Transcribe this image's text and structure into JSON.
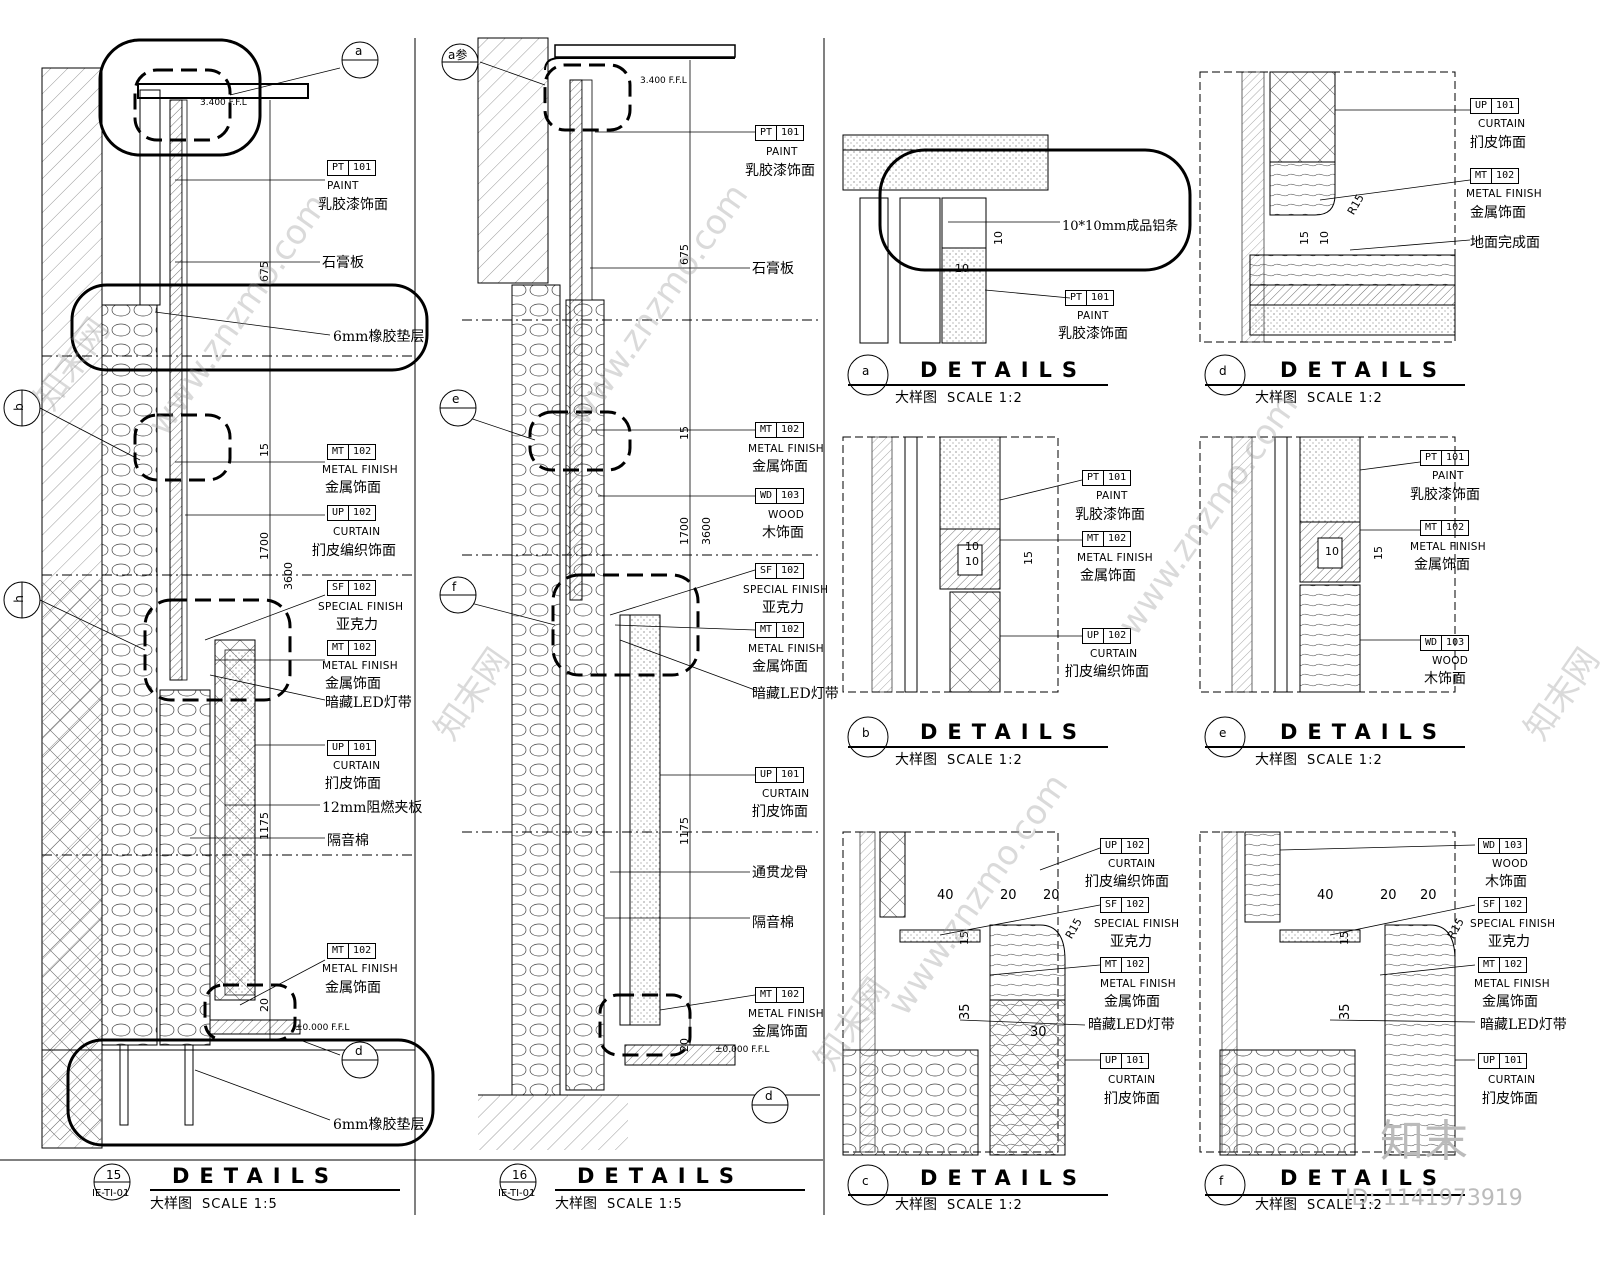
{
  "drawings": {
    "d15": {
      "num": "15",
      "sheet": "IE-TI-01",
      "title": "DETAILS",
      "sub": "大样图",
      "scale": "SCALE 1:5"
    },
    "d16": {
      "num": "16",
      "sheet": "IE-TI-01",
      "title": "DETAILS",
      "sub": "大样图",
      "scale": "SCALE 1:5"
    },
    "da": {
      "letter": "a",
      "title": "DETAILS",
      "sub": "大样图",
      "scale": "SCALE 1:2"
    },
    "db": {
      "letter": "b",
      "title": "DETAILS",
      "sub": "大样图",
      "scale": "SCALE 1:2"
    },
    "dc": {
      "letter": "c",
      "title": "DETAILS",
      "sub": "大样图",
      "scale": "SCALE 1:2"
    },
    "dd": {
      "letter": "d",
      "title": "DETAILS",
      "sub": "大样图",
      "scale": "SCALE 1:2"
    },
    "de": {
      "letter": "e",
      "title": "DETAILS",
      "sub": "大样图",
      "scale": "SCALE 1:2"
    },
    "df": {
      "letter": "f",
      "title": "DETAILS",
      "sub": "大样图",
      "scale": "SCALE 1:2"
    }
  },
  "materials": {
    "pt101": {
      "code": "PT",
      "num": "101",
      "en": "PAINT",
      "zh": "乳胶漆饰面"
    },
    "mt102": {
      "code": "MT",
      "num": "102",
      "en": "METAL FINISH",
      "zh": "金属饰面"
    },
    "up102": {
      "code": "UP",
      "num": "102",
      "en": "CURTAIN",
      "zh": "扪皮编织饰面"
    },
    "up101": {
      "code": "UP",
      "num": "101",
      "en": "CURTAIN",
      "zh": "扪皮饰面"
    },
    "sf102": {
      "code": "SF",
      "num": "102",
      "en": "SPECIAL FINISH",
      "zh": "亚克力"
    },
    "wd103": {
      "code": "WD",
      "num": "103",
      "en": "WOOD",
      "zh": "木饰面"
    }
  },
  "notes": {
    "gypsum": "石膏板",
    "rubber": "6mm橡胶垫层",
    "led": "暗藏LED灯带",
    "ply": "12mm阻燃夹板",
    "insul": "隔音棉",
    "stud": "通贯龙骨",
    "alu": "10*10mm成品铝条",
    "floor": "地面完成面",
    "ffl_top": "3.400 F.F.L",
    "ffl_bot": "±0.000 F.F.L"
  },
  "refs": {
    "a": "a",
    "b": "b",
    "c": "c",
    "d": "d",
    "e": "e",
    "f": "f",
    "h": "h",
    "a_ref": "a参"
  },
  "dims": {
    "d675": "675",
    "d15": "15",
    "d1700": "1700",
    "d3600": "3600",
    "d1175": "1175",
    "d20": "20",
    "d10": "10",
    "d40": "40",
    "d35": "35",
    "d30": "30",
    "dR15": "R15"
  },
  "watermark": {
    "site": "www.znzmo.com",
    "brand": "知末网",
    "logo": "知末",
    "id": "ID: 1141973919"
  }
}
